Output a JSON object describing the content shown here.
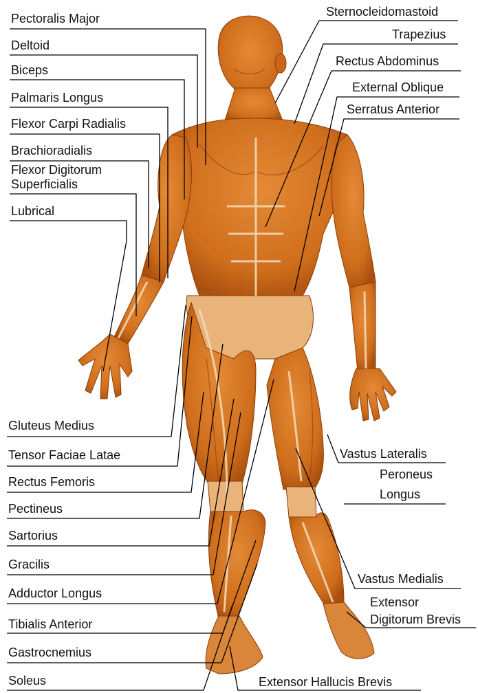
{
  "labels_left": [
    "Pectoralis Major",
    "Deltoid",
    "Biceps",
    "Palmaris Longus",
    "Flexor Carpi Radialis",
    "Brachioradialis",
    "Flexor Digitorum",
    "Superficialis",
    "Lubrical",
    "Gluteus Medius",
    "Tensor Faciae Latae",
    "Rectus Femoris",
    "Pectineus",
    "Sartorius",
    "Gracilis",
    "Adductor Longus",
    "Tibialis Anterior",
    "Gastrocnemius",
    "Soleus"
  ],
  "labels_right": [
    "Sternocleidomastoid",
    "Trapezius",
    "Rectus Abdominus",
    "External Oblique",
    "Serratus Anterior",
    "Vastus Lateralis",
    "Peroneus",
    "Longus",
    "Vastus Medialis",
    "Extensor",
    "Digitorum Brevis",
    "Extensor Hallucis Brevis"
  ],
  "colors": {
    "muscle": "#d2731f",
    "muscle_dark": "#a04a10",
    "muscle_light": "#e8a050",
    "tendon": "#f1dcc0",
    "line": "#000000"
  }
}
